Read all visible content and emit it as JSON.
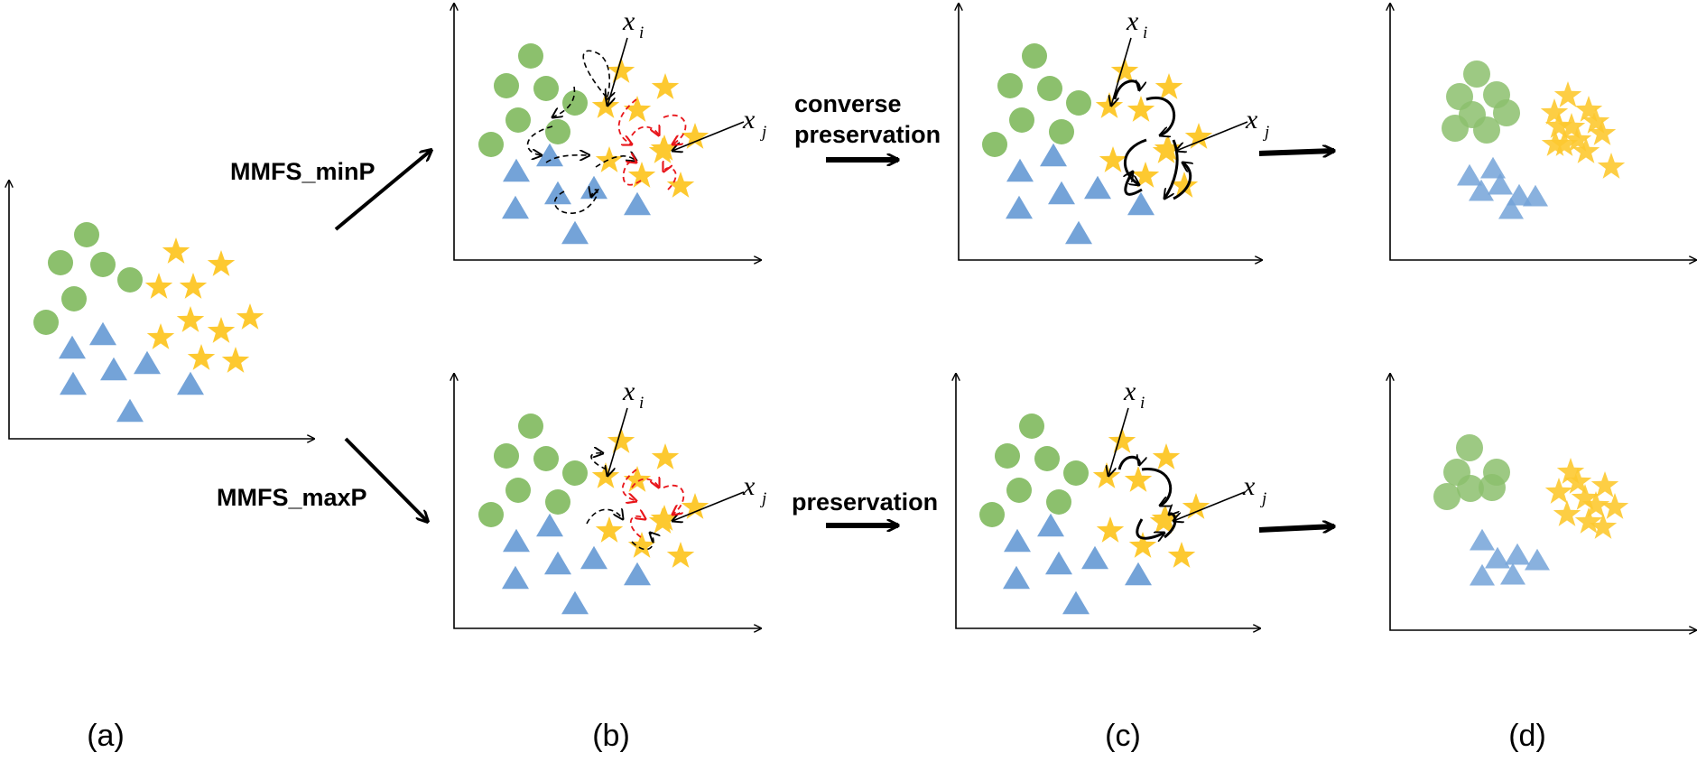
{
  "colors": {
    "circle": "#8cc06d",
    "triangle": "#74a3d8",
    "star": "#fdc930",
    "axis": "#000000",
    "neighbor_arrow": "#000000",
    "cross_arrow": "#e8161b"
  },
  "methods": {
    "top": "MMFS_minP",
    "bottom": "MMFS_maxP"
  },
  "steps": {
    "top_line1": "converse",
    "top_line2": "preservation",
    "bottom": "preservation"
  },
  "points": {
    "xi": {
      "main": "x",
      "sub": "i"
    },
    "xj": {
      "main": "x",
      "sub": "j"
    }
  },
  "panels": [
    "(a)",
    "(b)",
    "(c)",
    "(d)"
  ],
  "icons": [
    "circle-icon",
    "triangle-icon",
    "star-icon",
    "arrow-icon"
  ]
}
